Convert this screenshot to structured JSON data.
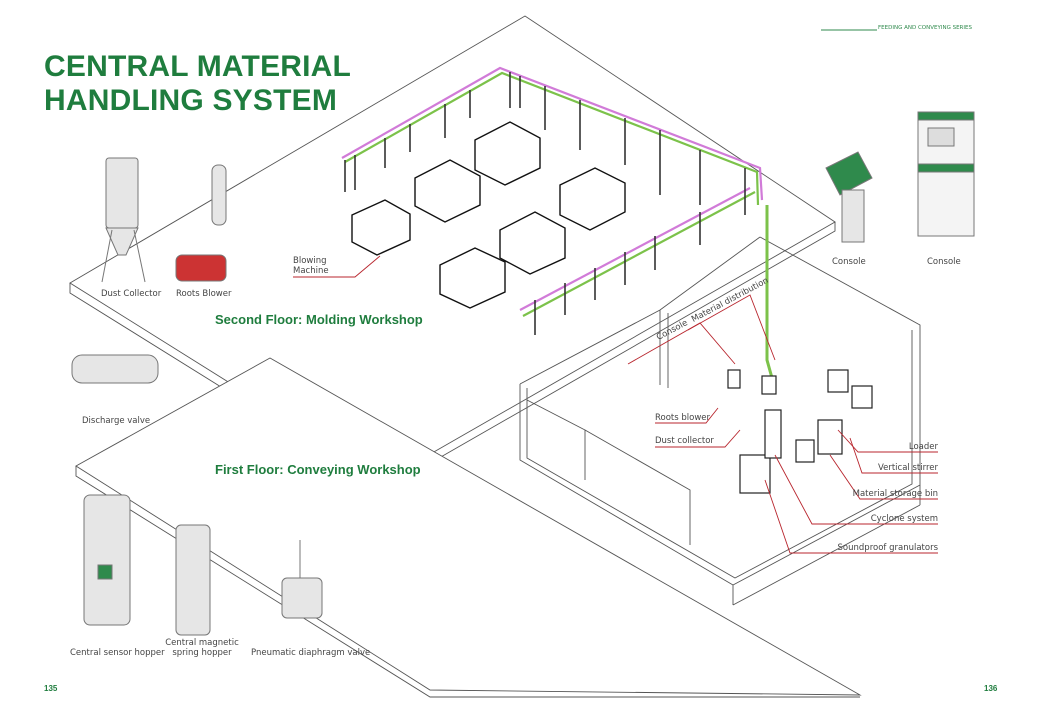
{
  "header": {
    "title_line1": "CENTRAL MATERIAL",
    "title_line2": "HANDLING SYSTEM",
    "series": "FEEDING AND CONVEYING SERIES"
  },
  "floors": {
    "second": "Second Floor: Molding Workshop",
    "first": "First Floor: Conveying Workshop"
  },
  "equipment": {
    "dust_collector": "Dust Collector",
    "roots_blower": "Roots Blower",
    "discharge_valve": "Discharge valve",
    "central_sensor_hopper": "Central sensor hopper",
    "central_magnetic_line1": "Central magnetic",
    "central_magnetic_line2": "spring hopper",
    "pneumatic_diaphragm_valve": "Pneumatic diaphragm valve",
    "console_1": "Console",
    "console_2": "Console"
  },
  "callouts": {
    "blowing_line1": "Blowing",
    "blowing_line2": "Machine",
    "console": "Console",
    "material_distribution": "Material distribution",
    "roots_blower": "Roots blower",
    "dust_collector": "Dust collector",
    "loader": "Loader",
    "vertical_stirrer": "Vertical stirrer",
    "material_storage_bin": "Material storage bin",
    "cyclone_system": "Cyclone system",
    "soundproof_granulators": "Soundproof granulators"
  },
  "pages": {
    "left": "135",
    "right": "136"
  },
  "colors": {
    "brand_green": "#1f7d3e",
    "pipe_green": "#7cc24a",
    "pipe_pink": "#d17bd8",
    "callout_red": "#b8262e",
    "pipe_orange": "#e07b39"
  }
}
